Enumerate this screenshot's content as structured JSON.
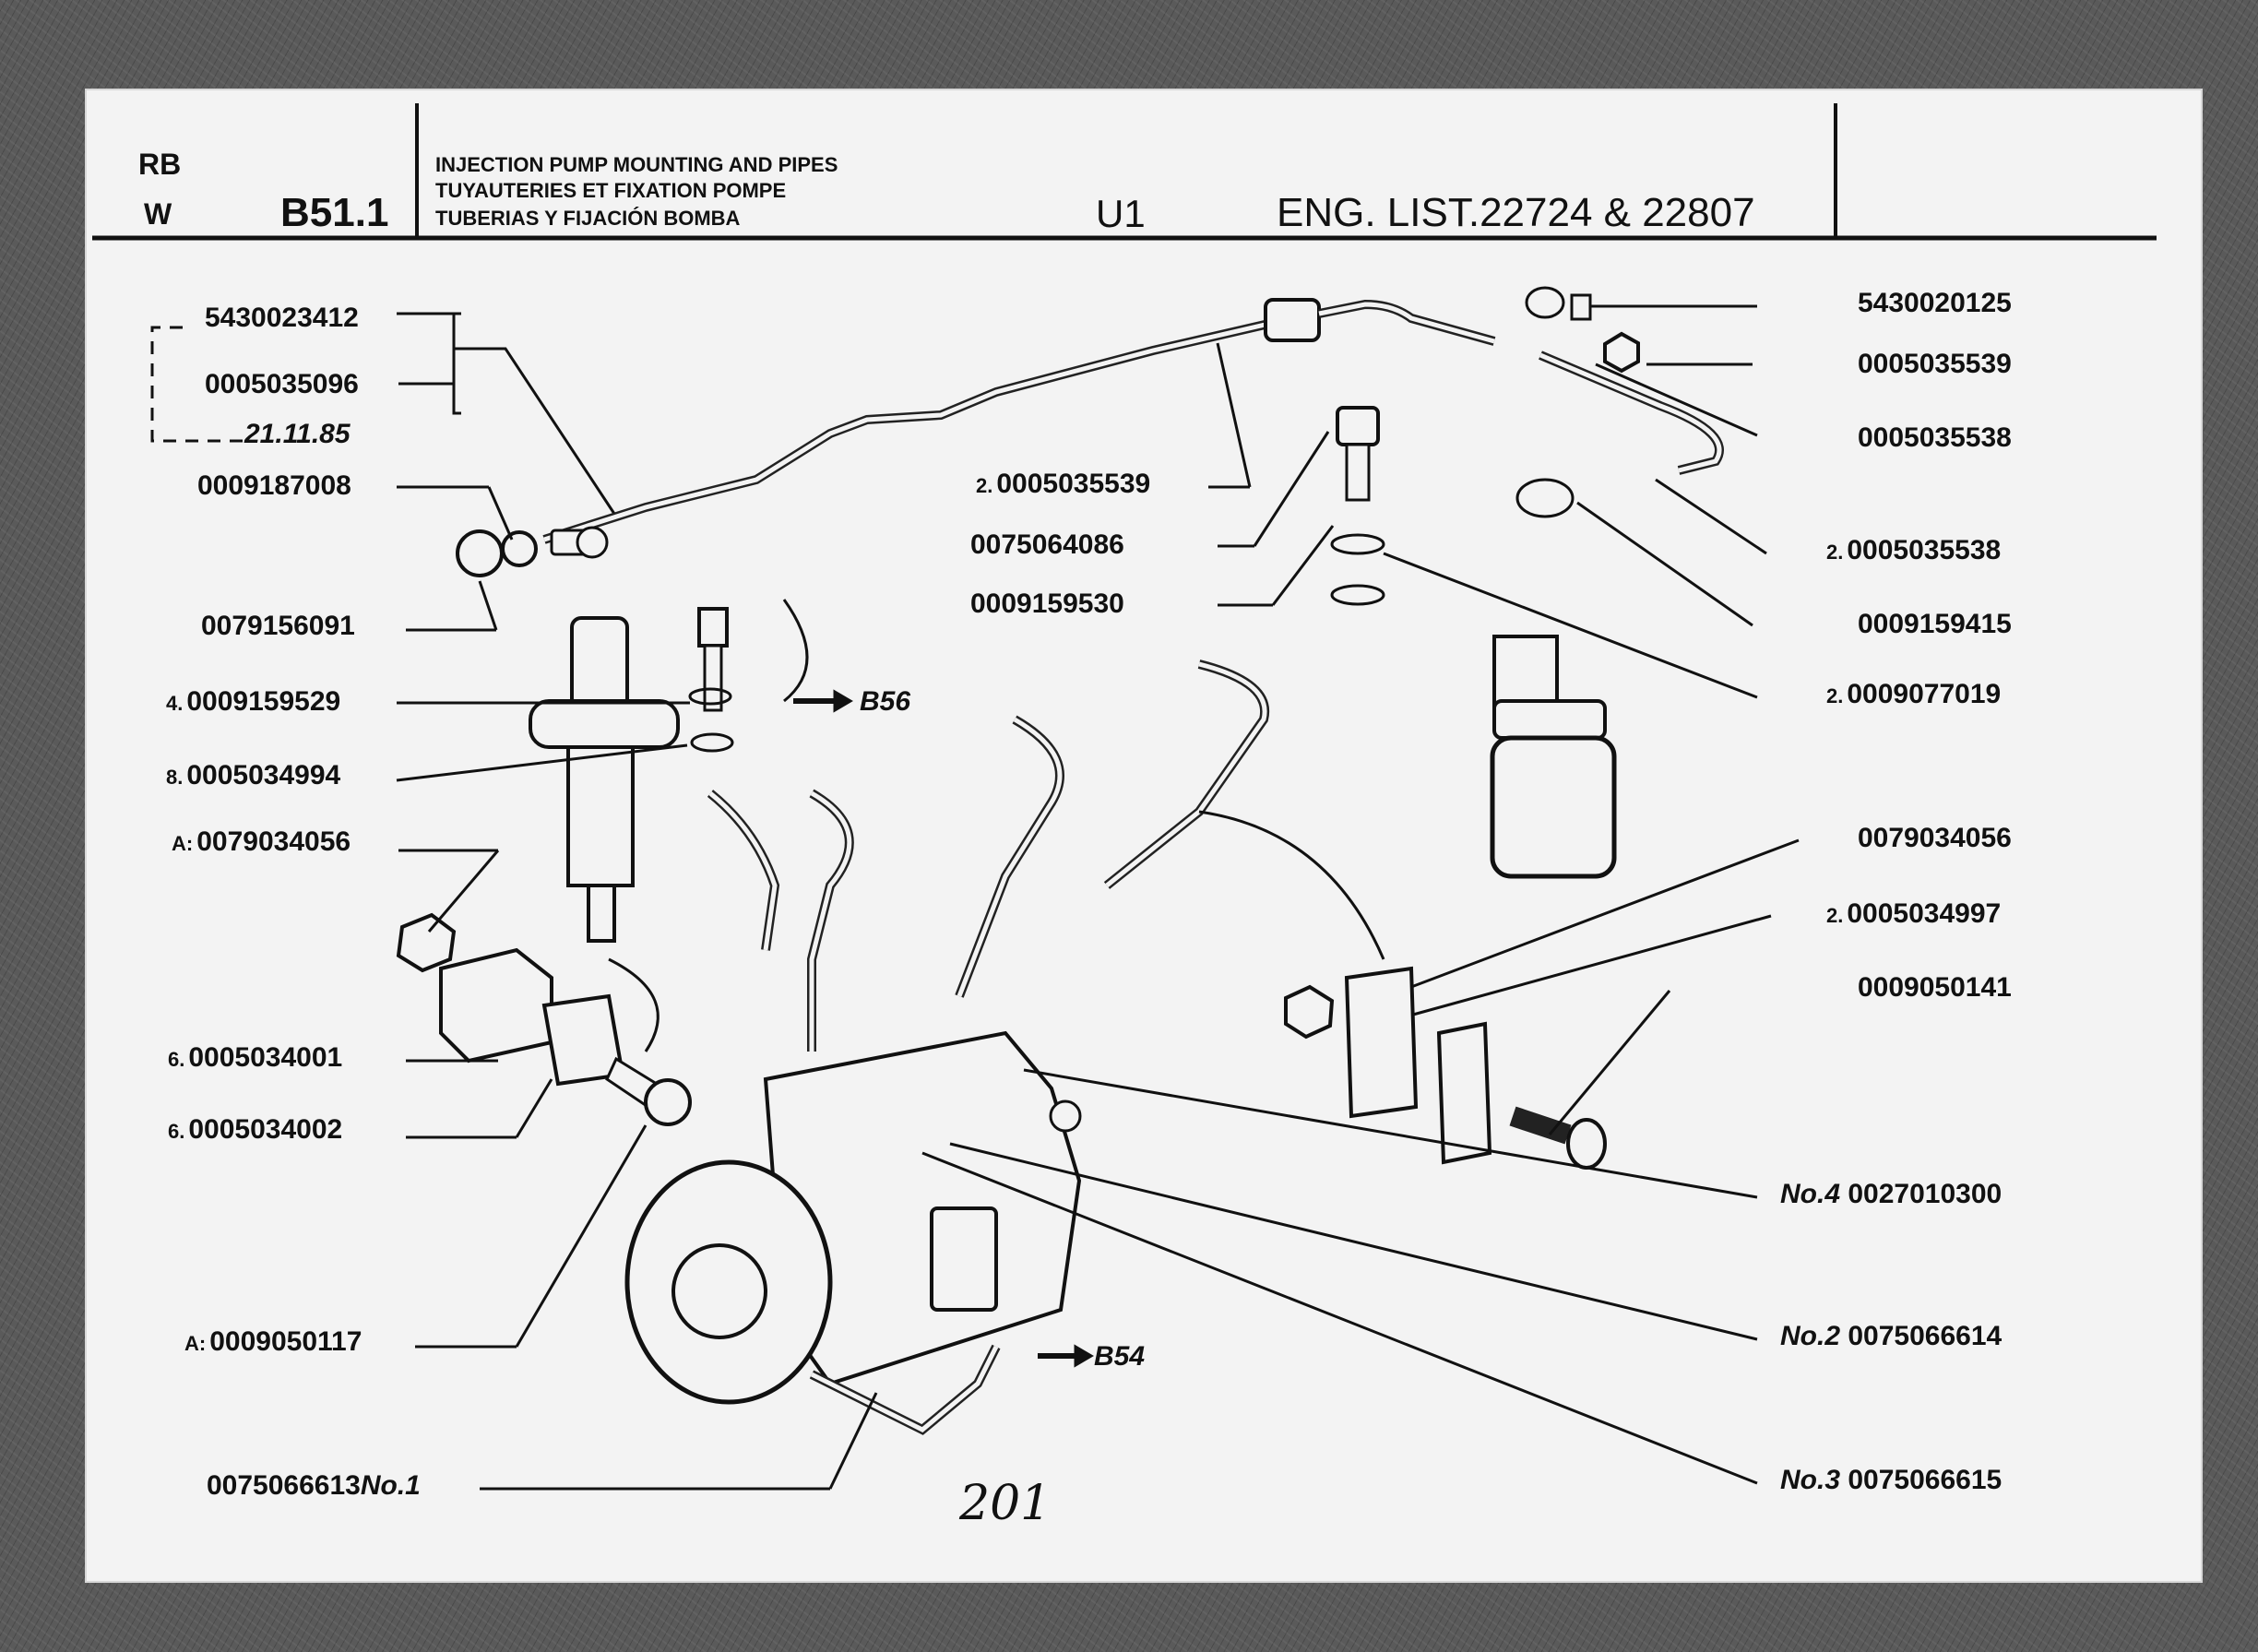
{
  "header": {
    "rb": "RB",
    "w": "W",
    "code": "B51.1",
    "title_en": "INJECTION PUMP MOUNTING AND PIPES",
    "title_fr": "TUYAUTERIES ET FIXATION POMPE",
    "title_es": "TUBERIAS Y FIJACIÓN BOMBA",
    "model": "U1",
    "eng_list": "ENG. LIST.22724 & 22807"
  },
  "labels_left": [
    {
      "qty": "",
      "part": "5430023412"
    },
    {
      "qty": "",
      "part": "0005035096"
    },
    {
      "qty": "",
      "part": "21.11.85"
    },
    {
      "qty": "",
      "part": "0009187008"
    },
    {
      "qty": "",
      "part": "0079156091"
    },
    {
      "qty": "4.",
      "part": "0009159529"
    },
    {
      "qty": "8.",
      "part": "0005034994"
    },
    {
      "qty": "A:",
      "part": "0079034056"
    },
    {
      "qty": "6.",
      "part": "0005034001"
    },
    {
      "qty": "6.",
      "part": "0005034002"
    },
    {
      "qty": "A:",
      "part": "0009050117"
    },
    {
      "qty": "",
      "part": "0075066613",
      "suffix": "No.1"
    }
  ],
  "labels_center": [
    {
      "qty": "2.",
      "part": "0005035539"
    },
    {
      "qty": "",
      "part": "0075064086"
    },
    {
      "qty": "",
      "part": "0009159530"
    }
  ],
  "labels_right": [
    {
      "prefix": "",
      "part": "5430020125"
    },
    {
      "prefix": "",
      "part": "0005035539"
    },
    {
      "prefix": "",
      "part": "0005035538"
    },
    {
      "prefix": "2.",
      "part": "0005035538"
    },
    {
      "prefix": "",
      "part": "0009159415"
    },
    {
      "prefix": "2.",
      "part": "0009077019"
    },
    {
      "prefix": "",
      "part": "0079034056"
    },
    {
      "prefix": "2.",
      "part": "0005034997"
    },
    {
      "prefix": "",
      "part": "0009050141"
    },
    {
      "prefix": "No.4",
      "part": "0027010300"
    },
    {
      "prefix": "No.2",
      "part": "0075066614"
    },
    {
      "prefix": "No.3",
      "part": "0075066615"
    }
  ],
  "refs": {
    "b56": "B56",
    "b54": "B54"
  },
  "handwritten": "201"
}
